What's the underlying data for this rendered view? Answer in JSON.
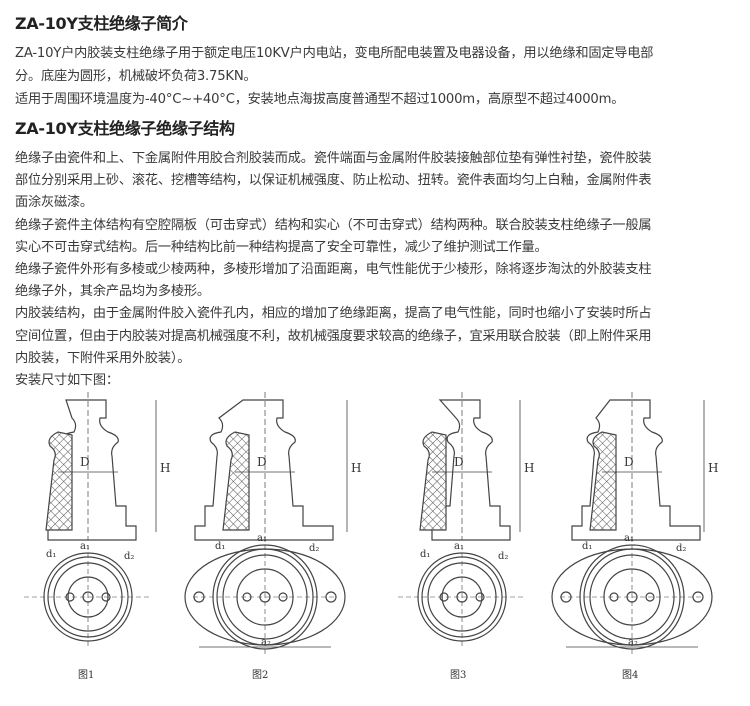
{
  "section1": {
    "title": "ZA-10Y支柱绝缘子简介",
    "lines": [
      "ZA-10Y户内胶装支柱绝缘子用于额定电压10KV户内电站，变电所配电装置及电器设备，用以绝缘和固定导电部",
      "分。底座为圆形，机械破坏负荷3.75KN。",
      "适用于周围环境温度为-40°C~+40°C，安装地点海拔高度普通型不超过1000m，高原型不超过4000m。"
    ]
  },
  "section2": {
    "title": "ZA-10Y支柱绝缘子绝缘子结构",
    "lines": [
      "绝缘子由瓷件和上、下金属附件用胶合剂胶装而成。瓷件端面与金属附件胶装接触部位垫有弹性衬垫，瓷件胶装",
      "部位分别采用上砂、滚花、挖槽等结构，以保证机械强度、防止松动、扭转。瓷件表面均匀上白釉，金属附件表",
      "面涂灰磁漆。",
      "绝缘子瓷件主体结构有空腔隔板（可击穿式）结构和实心（不可击穿式）结构两种。联合胶装支柱绝缘子一般属",
      "实心不可击穿式结构。后一种结构比前一种结构提高了安全可靠性，减少了维护测试工作量。",
      "绝缘子瓷件外形有多棱或少棱两种，多棱形增加了沿面距离，电气性能优于少棱形，除将逐步淘汰的外胶装支柱",
      "绝缘子外，其余产品均为多棱形。",
      "内胶装结构，由于金属附件胶入瓷件孔内，相应的增加了绝缘距离，提高了电气性能，同时也缩小了安装时所占",
      "空间位置，但由于内胶装对提高机械强度不利，故机械强度要求较高的绝缘子，宜采用联合胶装（即上附件采用",
      "内胶装，下附件采用外胶装）。",
      "安装尺寸如下图："
    ]
  },
  "figures": {
    "captions": [
      "图1",
      "图2",
      "图3",
      "图4"
    ],
    "labels": {
      "D": "D",
      "H": "H",
      "d1": "d₁",
      "d2": "d₂",
      "a1": "a₁",
      "a2": "a₂"
    }
  }
}
